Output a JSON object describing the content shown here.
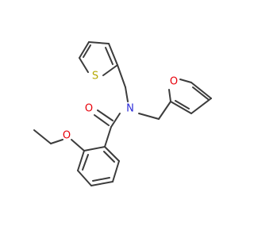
{
  "molecule": {
    "atoms": {
      "sulfur": {
        "symbol": "S",
        "color": "#b5a800"
      },
      "ring_oxygen": {
        "symbol": "O",
        "color": "#e8000a"
      },
      "carbonyl_oxygen": {
        "symbol": "O",
        "color": "#e8000a"
      },
      "ether_oxygen": {
        "symbol": "O",
        "color": "#e8000a"
      },
      "nitrogen": {
        "symbol": "N",
        "color": "#2b2bd8"
      }
    },
    "bond_color": "#3c3c3c"
  }
}
